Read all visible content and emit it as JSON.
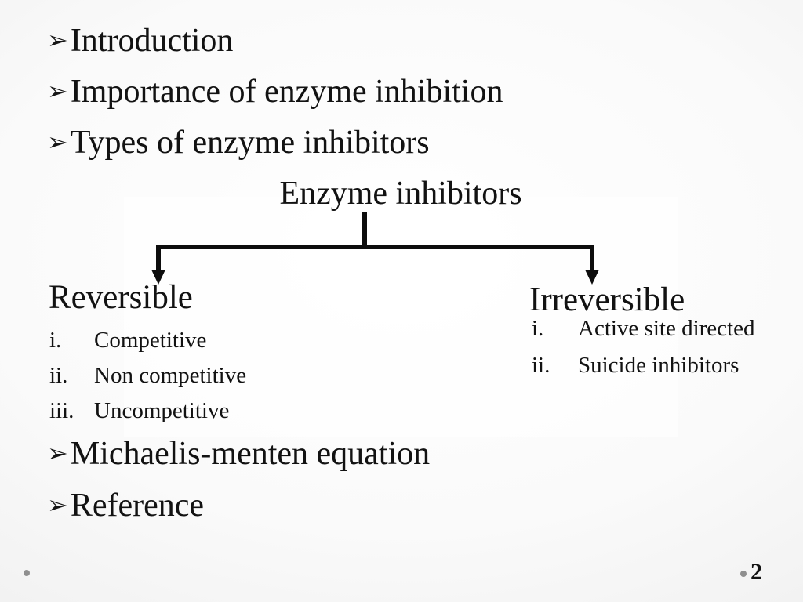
{
  "agenda": {
    "marker": "➢",
    "top_items": [
      "Introduction",
      "Importance of enzyme inhibition",
      "Types of enzyme inhibitors"
    ],
    "bottom_items": [
      "Michaelis-menten equation",
      "Reference"
    ]
  },
  "diagram": {
    "root": "Enzyme inhibitors",
    "branches": [
      {
        "title": "Reversible",
        "items": [
          {
            "numeral": "i.",
            "label": "Competitive"
          },
          {
            "numeral": "ii.",
            "label": "Non competitive"
          },
          {
            "numeral": "iii.",
            "label": "Uncompetitive"
          }
        ]
      },
      {
        "title": "Irreversible",
        "items": [
          {
            "numeral": "i.",
            "label": "Active site directed"
          },
          {
            "numeral": "ii.",
            "label": "Suicide inhibitors"
          }
        ]
      }
    ]
  },
  "footer": {
    "page_number": "2"
  },
  "colors": {
    "text": "#121212",
    "connector_line": "#0d0d0d",
    "footer_dot": "#8f8f8f",
    "background_center": "#ffffff",
    "background_edge": "#dcdcdc"
  }
}
